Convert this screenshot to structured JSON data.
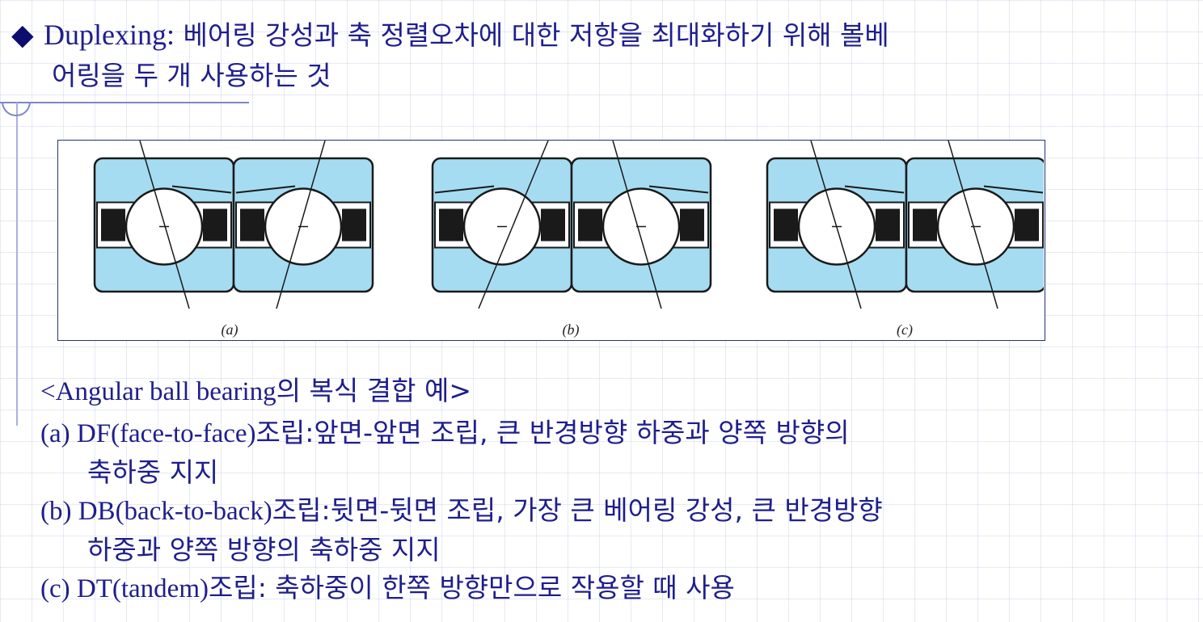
{
  "header": {
    "bullet_term": "Duplexing:",
    "text_line1": " 베어링 강성과 축 정렬오차에 대한 저항을 최대화하기 위해 볼베",
    "text_line2": "어링을 두 개 사용하는 것"
  },
  "figure": {
    "labels": [
      "(a)",
      "(b)",
      "(c)"
    ],
    "colors": {
      "race": "#a6dcf2",
      "outline": "#1a1a1a",
      "cage": "#1a1a1a",
      "ball": "#ffffff",
      "frame": "#27307a"
    }
  },
  "caption": {
    "title_en": "<Angular ball bearing",
    "title_ko": "의 복식 결합 예>",
    "items": [
      {
        "code": "(a)  DF(face-to-face)",
        "line1": "조립:앞면-앞면 조립, 큰 반경방향 하중과 양쪽 방향의",
        "line2": "축하중 지지"
      },
      {
        "code": "(b)  DB(back-to-back)",
        "line1": "조립:뒷면-뒷면 조립, 가장 큰 베어링 강성, 큰 반경방향",
        "line2": "하중과 양쪽 방향의 축하중 지지"
      },
      {
        "code": "(c)  DT(tandem)",
        "line1": "조립: 축하중이 한쪽 방향만으로 작용할 때 사용"
      }
    ]
  }
}
